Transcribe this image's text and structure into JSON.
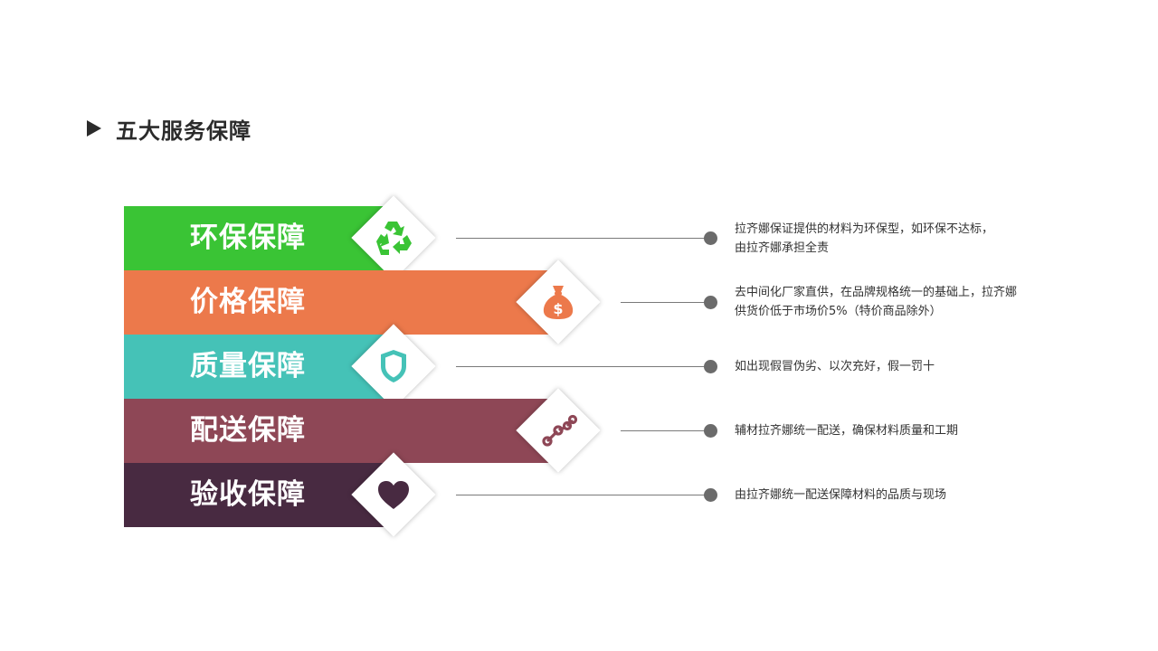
{
  "page": {
    "title": "五大服务保障"
  },
  "colors": {
    "green": "#3ac435",
    "orange": "#ec794b",
    "teal": "#45c2b7",
    "maroon": "#8e4756",
    "plum": "#482a41",
    "dot": "#6b6b6b"
  },
  "items": [
    {
      "label": "环保保障",
      "icon": "recycle-icon",
      "desc": [
        "拉齐娜保证提供的材料为环保型，如环保不达标，",
        "由拉齐娜承担全责"
      ]
    },
    {
      "label": "价格保障",
      "icon": "money-bag-icon",
      "desc": [
        "去中间化厂家直供，在品牌规格统一的基础上，拉齐娜",
        "供货价低于市场价5%（特价商品除外）"
      ]
    },
    {
      "label": "质量保障",
      "icon": "shield-icon",
      "desc": [
        "如出现假冒伪劣、以次充好，假一罚十"
      ]
    },
    {
      "label": "配送保障",
      "icon": "route-icon",
      "desc": [
        "辅材拉齐娜统一配送，确保材料质量和工期"
      ]
    },
    {
      "label": "验收保障",
      "icon": "heart-icon",
      "desc": [
        "由拉齐娜统一配送保障材料的品质与现场"
      ]
    }
  ]
}
